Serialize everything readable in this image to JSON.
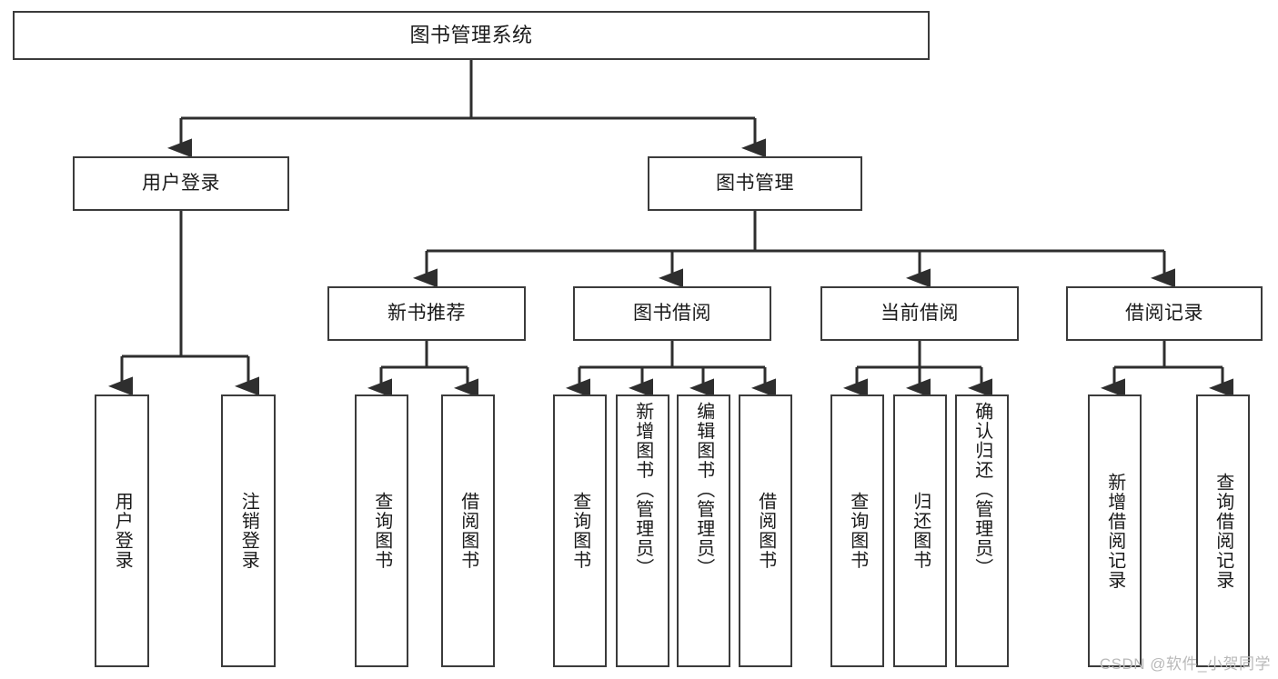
{
  "diagram": {
    "type": "tree-hierarchy-flowchart",
    "title": "图书管理系统",
    "watermark": "CSDN @软件_小贺同学",
    "colors": {
      "background": "#ffffff",
      "node_border": "#3b3b3b",
      "node_fill": "#ffffff",
      "edge": "#2e2e2e",
      "text": "#1a1a1a",
      "watermark": "#b9b9b9"
    },
    "nodes": {
      "root": {
        "id": "root",
        "label": "图书管理系统",
        "level": 1,
        "orientation": "horizontal"
      },
      "level2": [
        {
          "id": "user-login",
          "label": "用户登录",
          "level": 2,
          "orientation": "horizontal"
        },
        {
          "id": "book-management",
          "label": "图书管理",
          "level": 2,
          "orientation": "horizontal"
        }
      ],
      "level3": [
        {
          "id": "new-book-recommend",
          "label": "新书推荐",
          "level": 3,
          "orientation": "horizontal",
          "parent": "book-management"
        },
        {
          "id": "book-borrow",
          "label": "图书借阅",
          "level": 3,
          "orientation": "horizontal",
          "parent": "book-management"
        },
        {
          "id": "current-borrow",
          "label": "当前借阅",
          "level": 3,
          "orientation": "horizontal",
          "parent": "book-management"
        },
        {
          "id": "borrow-record",
          "label": "借阅记录",
          "level": 3,
          "orientation": "horizontal",
          "parent": "book-management"
        }
      ],
      "leaves": [
        {
          "id": "leaf-user-login",
          "label": "用户登录",
          "parent": "user-login",
          "orientation": "vertical"
        },
        {
          "id": "leaf-user-logout",
          "label": "注销登录",
          "parent": "user-login",
          "orientation": "vertical"
        },
        {
          "id": "leaf-query-book-1",
          "label": "查询图书",
          "parent": "new-book-recommend",
          "orientation": "vertical"
        },
        {
          "id": "leaf-borrow-book-1",
          "label": "借阅图书",
          "parent": "new-book-recommend",
          "orientation": "vertical"
        },
        {
          "id": "leaf-query-book-2",
          "label": "查询图书",
          "parent": "book-borrow",
          "orientation": "vertical"
        },
        {
          "id": "leaf-add-book",
          "label": "新增图书（管理员）",
          "parent": "book-borrow",
          "orientation": "vertical"
        },
        {
          "id": "leaf-edit-book",
          "label": "编辑图书（管理员）",
          "parent": "book-borrow",
          "orientation": "vertical"
        },
        {
          "id": "leaf-borrow-book-2",
          "label": "借阅图书",
          "parent": "book-borrow",
          "orientation": "vertical"
        },
        {
          "id": "leaf-query-book-3",
          "label": "查询图书",
          "parent": "current-borrow",
          "orientation": "vertical"
        },
        {
          "id": "leaf-return-book",
          "label": "归还图书",
          "parent": "current-borrow",
          "orientation": "vertical"
        },
        {
          "id": "leaf-confirm-return",
          "label": "确认归还（管理员）",
          "parent": "current-borrow",
          "orientation": "vertical"
        },
        {
          "id": "leaf-add-record",
          "label": "新增借阅记录",
          "parent": "borrow-record",
          "orientation": "vertical"
        },
        {
          "id": "leaf-query-record",
          "label": "查询借阅记录",
          "parent": "borrow-record",
          "orientation": "vertical"
        }
      ]
    }
  }
}
